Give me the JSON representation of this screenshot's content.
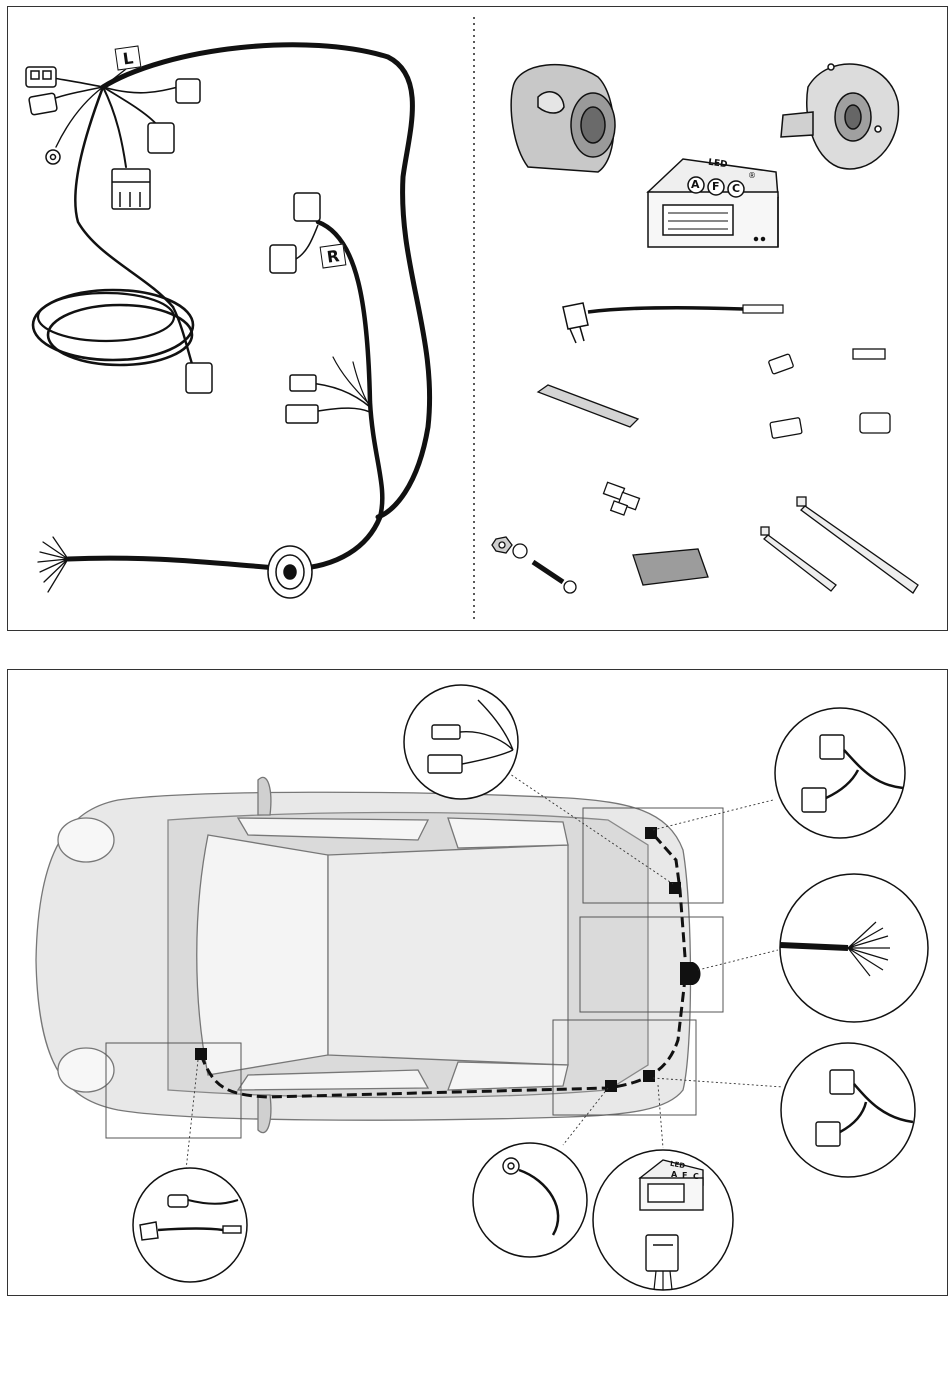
{
  "kit": {
    "connector_labels": {
      "left": "L",
      "right": "R"
    },
    "module": {
      "brand_top": "LED",
      "brand_letters": [
        "A",
        "F",
        "C"
      ],
      "registered": "®"
    }
  },
  "installation": {
    "module_detail": {
      "brand_top": "LED",
      "brand_letters": [
        "A",
        "F",
        "C"
      ]
    }
  },
  "colors": {
    "line": "#111111",
    "body_fill": "#e6e6e6",
    "body_shade": "#c9c9c9",
    "box_stroke": "#555555"
  }
}
